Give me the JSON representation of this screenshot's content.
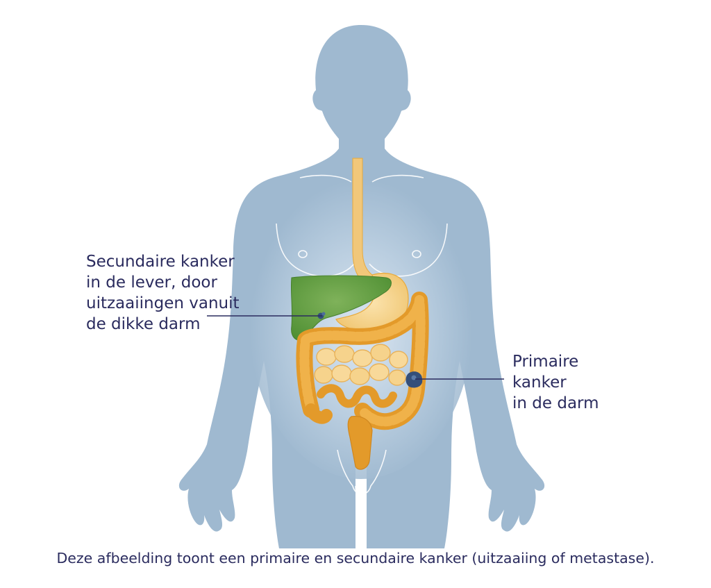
{
  "labels": {
    "secondary_cancer": {
      "lines": [
        "Secundaire kanker",
        "in de lever, door",
        "uitzaaiingen vanuit",
        "de dikke darm"
      ]
    },
    "primary_cancer": {
      "lines": [
        "Primaire",
        "kanker",
        "in de darm"
      ]
    }
  },
  "caption": "Deze afbeelding toont een primaire en secundaire kanker (uitzaaiing of metastase).",
  "colors": {
    "body": "#9fb9d0",
    "body_glow": "#e4edf5",
    "organ": "#e8a93a",
    "organ_light": "#f6d898",
    "liver": "#5e9e3d",
    "tumor": "#344f7a",
    "text": "#2a2b5e"
  }
}
